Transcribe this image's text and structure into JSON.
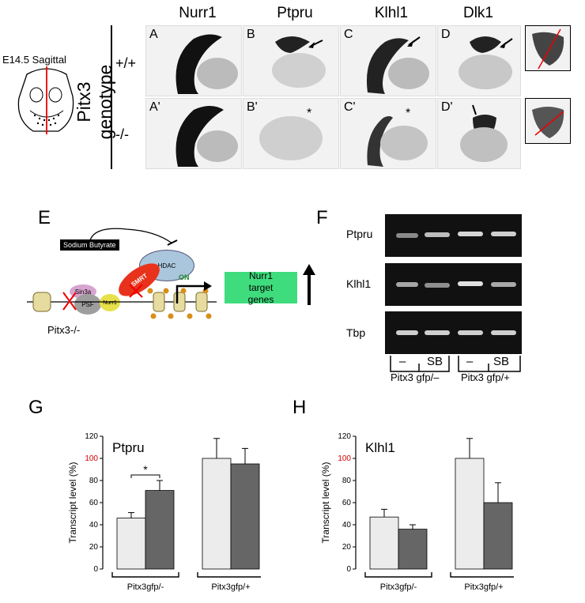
{
  "figure_a": {
    "section_letter": "",
    "diagram_label": "E14.5 Sagittal",
    "genotype_title": "Pitx3 genotype",
    "row_labels": [
      "+/+",
      "-/-"
    ],
    "columns": [
      "Nurr1",
      "Ptpru",
      "Klhl1",
      "Dlk1"
    ],
    "panel_labels_top": [
      "A",
      "B",
      "C",
      "D"
    ],
    "panel_labels_bottom": [
      "A'",
      "B'",
      "C'",
      "D'"
    ],
    "asterisk": "*"
  },
  "figure_e": {
    "letter": "E",
    "sodium_butyrate": "Sodium Butyrate",
    "hdac": "HDAC",
    "smrt": "SMRT",
    "sin3a": "Sin3a",
    "psf": "PSF",
    "nurr1": "Nurr1",
    "on_label": "ON",
    "target_box": "Nurr1 target genes",
    "genotype": "Pitx3-/-",
    "colors": {
      "hdac": "#a9c6dc",
      "smrt": "#e8321c",
      "sin3a": "#d7a4cf",
      "psf": "#9e9e9e",
      "nurr1": "#e6e04a",
      "target": "#3fdc7d",
      "on": "#1c8a2c"
    }
  },
  "figure_f": {
    "letter": "F",
    "rows": [
      "Ptpru",
      "Klhl1",
      "Tbp"
    ],
    "lane_labels": [
      "–",
      "SB",
      "–",
      "SB"
    ],
    "groups": [
      "Pitx3 gfp/–",
      "Pitx3 gfp/+"
    ]
  },
  "chart_data": [
    {
      "letter": "G",
      "type": "bar",
      "title": "Ptpru",
      "ylabel": "Transcript level (%)",
      "ylim": [
        0,
        120
      ],
      "yticks": [
        0,
        20,
        40,
        60,
        80,
        100,
        120
      ],
      "highlight_tick": 100,
      "groups": [
        "Pitx3gfp/-",
        "Pitx3gfp/+"
      ],
      "series": [
        {
          "name": "",
          "values": [
            46,
            100
          ],
          "errors": [
            5,
            18
          ],
          "color": "#ececec"
        },
        {
          "name": "",
          "values": [
            71,
            95
          ],
          "errors": [
            9,
            14
          ],
          "color": "#666666"
        }
      ],
      "significance": "*"
    },
    {
      "letter": "H",
      "type": "bar",
      "title": "Klhl1",
      "ylabel": "Transcript level (%)",
      "ylim": [
        0,
        120
      ],
      "yticks": [
        0,
        20,
        40,
        60,
        80,
        100,
        120
      ],
      "highlight_tick": 100,
      "groups": [
        "Pitx3gfp/-",
        "Pitx3gfp/+"
      ],
      "series": [
        {
          "name": "",
          "values": [
            47,
            100
          ],
          "errors": [
            7,
            18
          ],
          "color": "#ececec"
        },
        {
          "name": "",
          "values": [
            36,
            60
          ],
          "errors": [
            4,
            18
          ],
          "color": "#666666"
        }
      ]
    }
  ]
}
